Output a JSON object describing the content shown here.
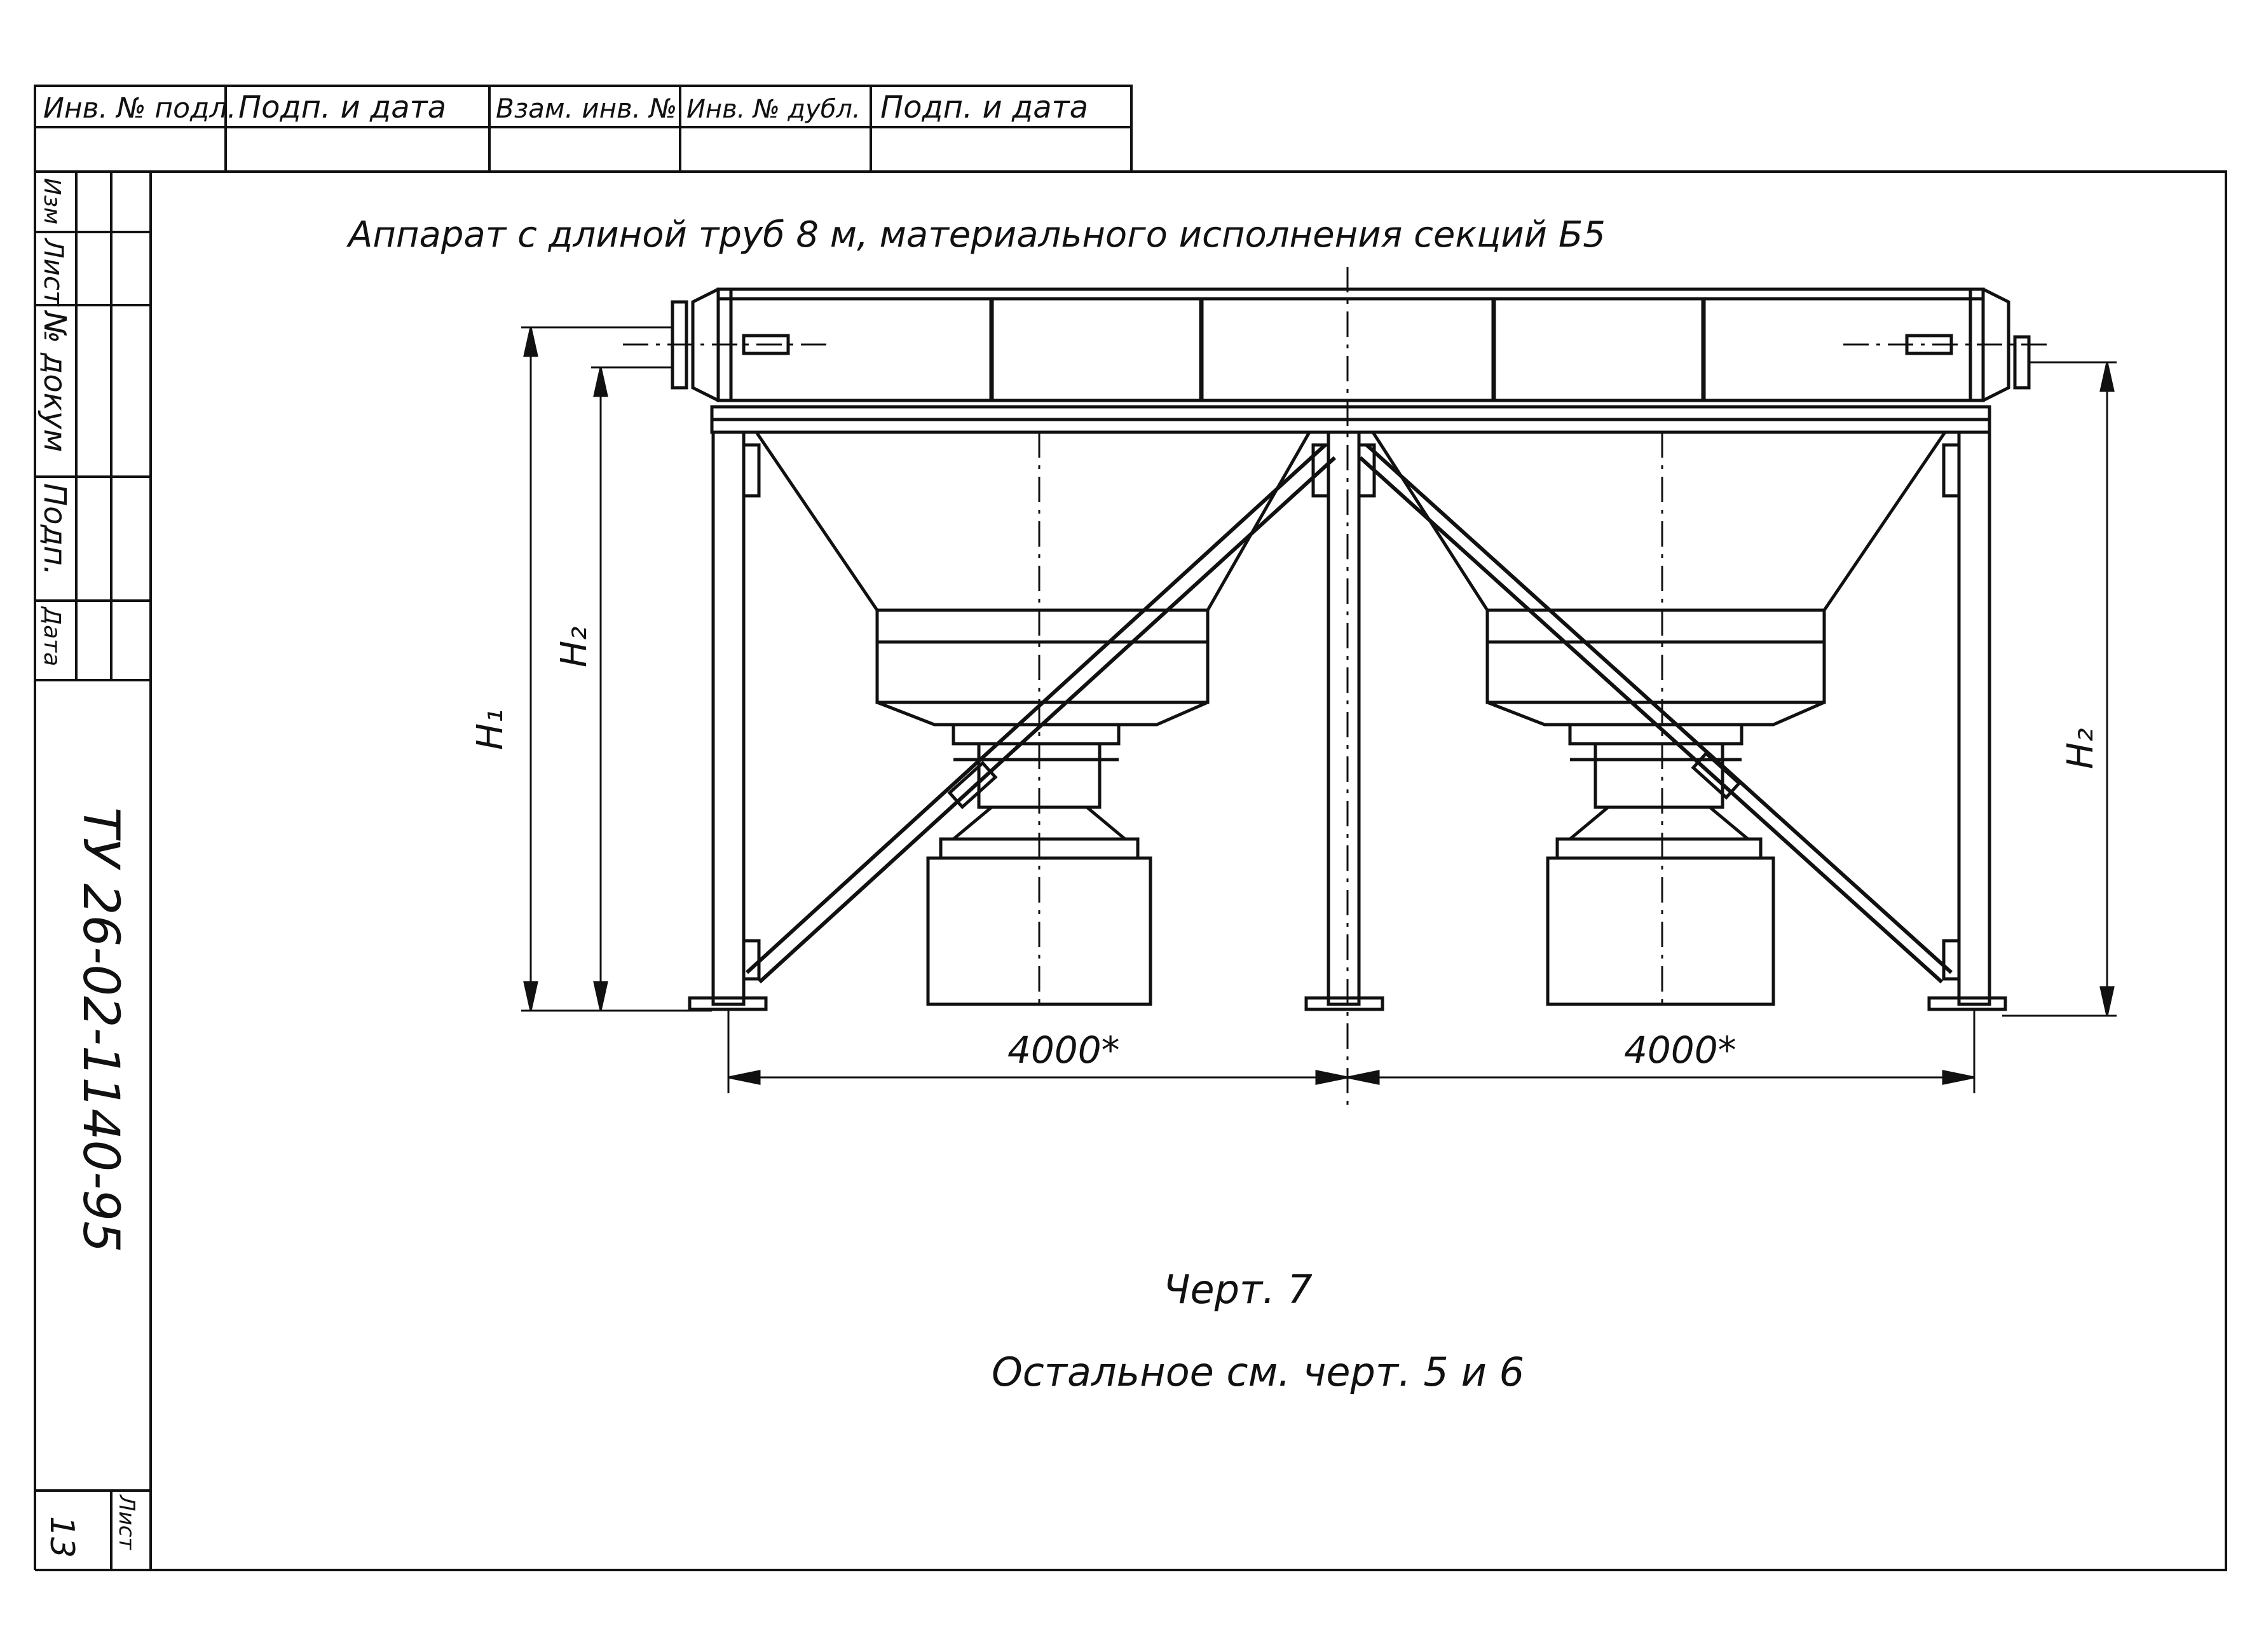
{
  "title_block_top": {
    "cells": [
      "Инв. № подл.",
      "Подп. и дата",
      "Взам. инв. №",
      "Инв. № дубл.",
      "Подп. и дата"
    ]
  },
  "left_stamp": {
    "rows": [
      "Изм",
      "Лист",
      "№ докум",
      "Подп.",
      "Дата"
    ]
  },
  "doc_code": "ТУ 26-02-1140-95",
  "sheet_label": "Лист",
  "sheet_number": "13",
  "heading": "Аппарат с длиной труб 8 м, материального исполнения секций Б5",
  "dimensions": {
    "h1": "H₁",
    "h2_left": "H₂",
    "h2_right": "H₂",
    "span_left": "4000*",
    "span_right": "4000*"
  },
  "caption": "Черт. 7",
  "note": "Остальное см. черт. 5 и 6"
}
